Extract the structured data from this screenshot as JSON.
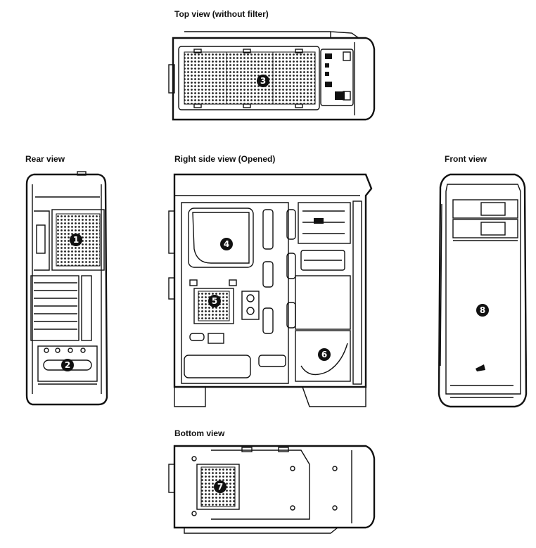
{
  "labels": {
    "top": "Top view (without filter)",
    "rear": "Rear view",
    "side": "Right side view (Opened)",
    "front": "Front view",
    "bottom": "Bottom view"
  },
  "markers": {
    "m1": "1",
    "m2": "2",
    "m3": "3",
    "m4": "4",
    "m5": "5",
    "m6": "6",
    "m7": "7",
    "m8": "8"
  }
}
